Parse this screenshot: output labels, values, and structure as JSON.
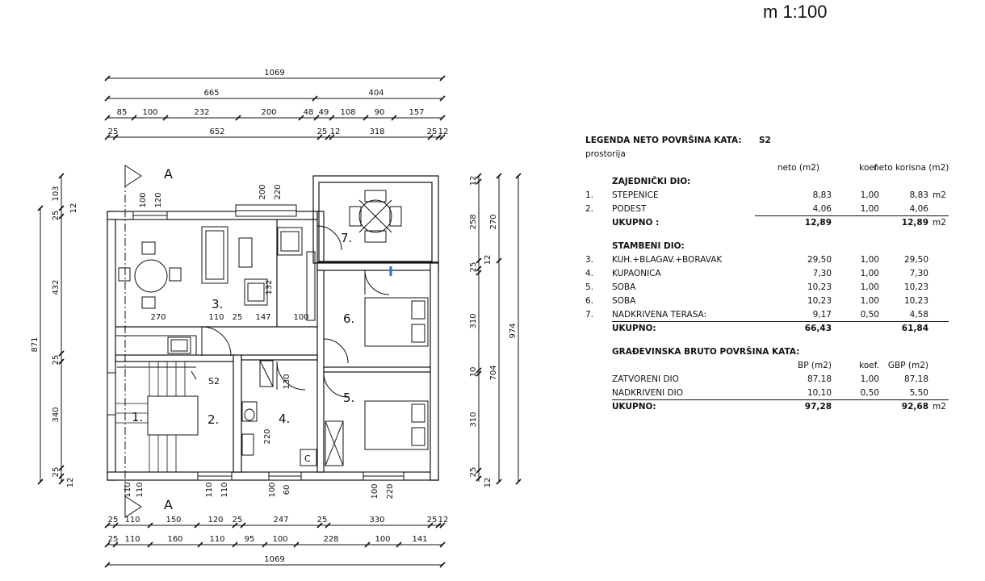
{
  "scale_label": "m 1:100",
  "dims": {
    "top": {
      "row1": [
        "1069"
      ],
      "row2": [
        "665",
        "404"
      ],
      "row3": [
        "85",
        "100",
        "232",
        "200",
        "48",
        "49",
        "108",
        "90",
        "157"
      ],
      "row4": [
        "25",
        "652",
        "25",
        "12",
        "318",
        "25",
        "12"
      ]
    },
    "bottom": {
      "row1": [
        "25",
        "110",
        "150",
        "120",
        "25",
        "247",
        "25",
        "330",
        "25",
        "12"
      ],
      "row2": [
        "25",
        "110",
        "160",
        "110",
        "95",
        "100",
        "228",
        "100",
        "141"
      ],
      "row3": [
        "1069"
      ]
    },
    "left": {
      "outer": "871",
      "inner": [
        "103",
        "12",
        "25",
        "432",
        "25",
        "340",
        "25",
        "12"
      ]
    },
    "right": {
      "outer": "974",
      "mid": [
        "270",
        "704"
      ],
      "inner": [
        "12",
        "258",
        "25",
        "12",
        "310",
        "10",
        "310",
        "25",
        "12"
      ]
    },
    "interior": [
      "270",
      "110",
      "25",
      "147",
      "100",
      "110",
      "220",
      "130",
      "132"
    ],
    "openings": [
      "100",
      "120",
      "200",
      "220",
      "110",
      "110",
      "110",
      "110",
      "100",
      "60",
      "100",
      "220"
    ]
  },
  "rooms": {
    "r1": "1.",
    "r2": "2.",
    "r3": "3.",
    "r4": "4.",
    "r5": "5.",
    "r6": "6.",
    "r7": "7.",
    "s2": "S2",
    "c": "C"
  },
  "section_marks": [
    "A",
    "A"
  ],
  "legend": {
    "title": "LEGENDA NETO POVRŠINA KATA:",
    "title_code": "S2",
    "subtitle": "prostorija",
    "headers": {
      "neto": "neto (m2)",
      "koef": "koef.",
      "korisna": "neto korisna (m2)"
    },
    "section1": {
      "title": "ZAJEDNIČKI DIO:",
      "rows": [
        {
          "num": "1.",
          "name": "STEPENICE",
          "neto": "8,83",
          "koef": "1,00",
          "korisna": "8,83",
          "unit": "m2"
        },
        {
          "num": "2.",
          "name": "PODEST",
          "neto": "4,06",
          "koef": "1,00",
          "korisna": "4,06",
          "unit": ""
        }
      ],
      "total": {
        "label": "UKUPNO :",
        "neto": "12,89",
        "korisna": "12,89",
        "unit": "m2"
      }
    },
    "section2": {
      "title": "STAMBENI DIO:",
      "rows": [
        {
          "num": "3.",
          "name": "KUH.+BLAGAV.+BORAVAK",
          "neto": "29,50",
          "koef": "1,00",
          "korisna": "29,50"
        },
        {
          "num": "4.",
          "name": "KUPAONICA",
          "neto": "7,30",
          "koef": "1,00",
          "korisna": "7,30"
        },
        {
          "num": "5.",
          "name": "SOBA",
          "neto": "10,23",
          "koef": "1,00",
          "korisna": "10,23"
        },
        {
          "num": "6.",
          "name": "SOBA",
          "neto": "10,23",
          "koef": "1,00",
          "korisna": "10,23"
        },
        {
          "num": "7.",
          "name": "NADKRIVENA TERASA:",
          "neto": "9,17",
          "koef": "0,50",
          "korisna": "4,58"
        }
      ],
      "total": {
        "label": "UKUPNO:",
        "neto": "66,43",
        "korisna": "61,84"
      }
    },
    "section3": {
      "title": "GRAĐEVINSKA BRUTO POVRŠINA KATA:",
      "headers": {
        "bp": "BP (m2)",
        "koef": "koef.",
        "gbp": "GBP (m2)"
      },
      "rows": [
        {
          "name": "ZATVORENI DIO",
          "bp": "87,18",
          "koef": "1,00",
          "gbp": "87,18"
        },
        {
          "name": "NADKRIVENI DIO",
          "bp": "10,10",
          "koef": "0,50",
          "gbp": "5,50"
        }
      ],
      "total": {
        "label": "UKUPNO:",
        "bp": "97,28",
        "gbp": "92,68",
        "unit": "m2"
      }
    }
  }
}
